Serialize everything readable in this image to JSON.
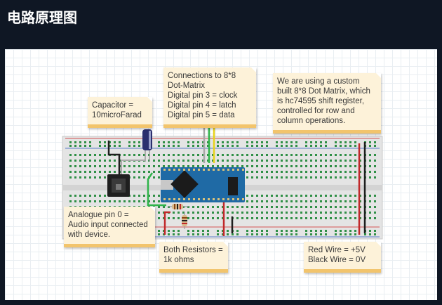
{
  "page": {
    "title": "电路原理图"
  },
  "notes": {
    "capacitor": {
      "lines": [
        "Capacitor =",
        "10microFarad"
      ]
    },
    "connections": {
      "lines": [
        "Connections to 8*8",
        "Dot-Matrix",
        "Digital pin 3 = clock",
        "Digital pin 4 = latch",
        "Digital pin 5 = data"
      ]
    },
    "matrix": {
      "lines": [
        "We are using a custom",
        "built 8*8 Dot Matrix, which",
        "is hc74595 shift register,",
        "controlled for row and",
        "column operations."
      ]
    },
    "analogue": {
      "lines": [
        "Analogue pin 0 =",
        "Audio input connected",
        "with device."
      ]
    },
    "resistors": {
      "lines": [
        "Both Resistors =",
        "1k ohms"
      ]
    },
    "wires": {
      "lines": [
        "Red Wire = +5V",
        "Black Wire = 0V"
      ]
    }
  },
  "colors": {
    "note_bg": "#fdf2d9",
    "note_border": "#f2c46c",
    "breadboard": "#e6e6e6",
    "arduino": "#1f6aa5",
    "wire_red": "#c0282a",
    "wire_black": "#1e1e1e",
    "wire_green": "#2fb44a",
    "wire_yellow": "#e7d21a"
  }
}
